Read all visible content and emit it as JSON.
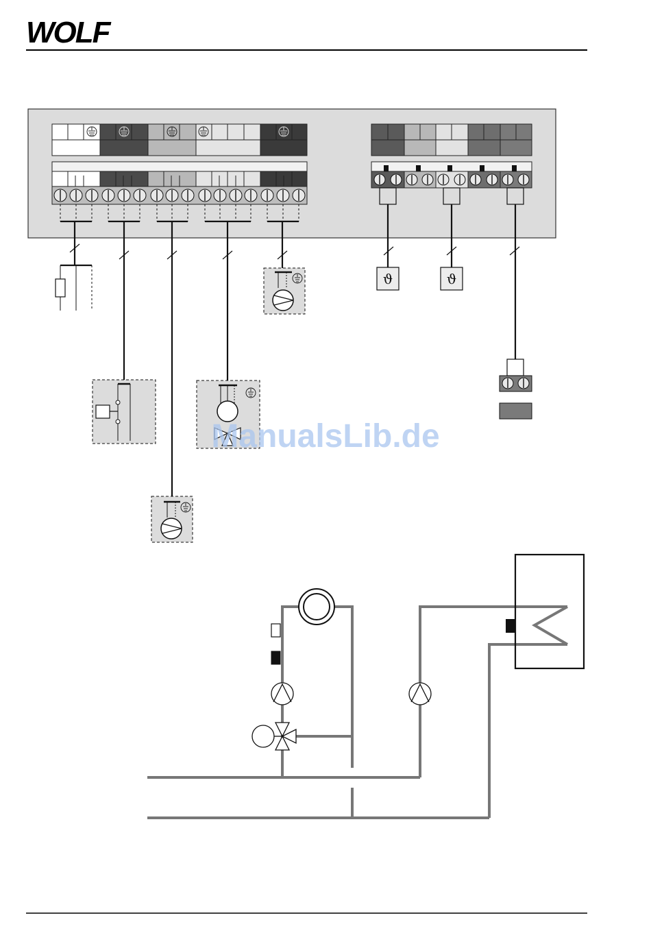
{
  "header": {
    "brand": "WOLF"
  },
  "watermark": {
    "text": "ManualsLib.de"
  },
  "sensor_symbol": "ϑ",
  "icons": {
    "earth": "earth-ground-icon",
    "fuse": "fuse-icon",
    "pump": "pump-icon",
    "mixer": "mixer-valve-icon",
    "sensor": "temperature-sensor-icon",
    "boiler": "boiler-icon",
    "tank": "storage-tank-icon"
  },
  "colors": {
    "panel": "#dcdcdc",
    "dark": "#4a4a4a",
    "mid": "#6e6e6e",
    "light": "#b8b8b8",
    "lighter": "#d6d6d6",
    "pipe": "#777777"
  }
}
